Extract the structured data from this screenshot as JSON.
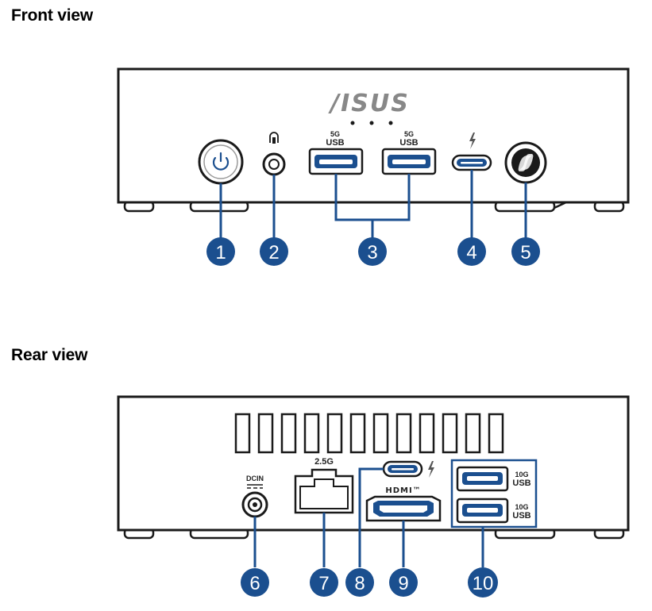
{
  "sections": {
    "front_title": "Front view",
    "rear_title": "Rear view"
  },
  "front": {
    "brand": "/ISUS",
    "usb_left": {
      "speed": "5G",
      "type": "USB"
    },
    "usb_right": {
      "speed": "5G",
      "type": "USB"
    },
    "badges": [
      "1",
      "2",
      "3",
      "4",
      "5"
    ]
  },
  "rear": {
    "dcin": "DCIN",
    "lan": "2.5G",
    "hdmi": "HDMI™",
    "usb_top": {
      "speed": "10G",
      "type": "USB"
    },
    "usb_bottom": {
      "speed": "10G",
      "type": "USB"
    },
    "badges": [
      "6",
      "7",
      "8",
      "9",
      "10"
    ]
  },
  "colors": {
    "badge": "#1b4f8f",
    "connector": "#1b4f8f",
    "outline": "#1a1a1a",
    "highlight_box": "#1b4f8f"
  }
}
